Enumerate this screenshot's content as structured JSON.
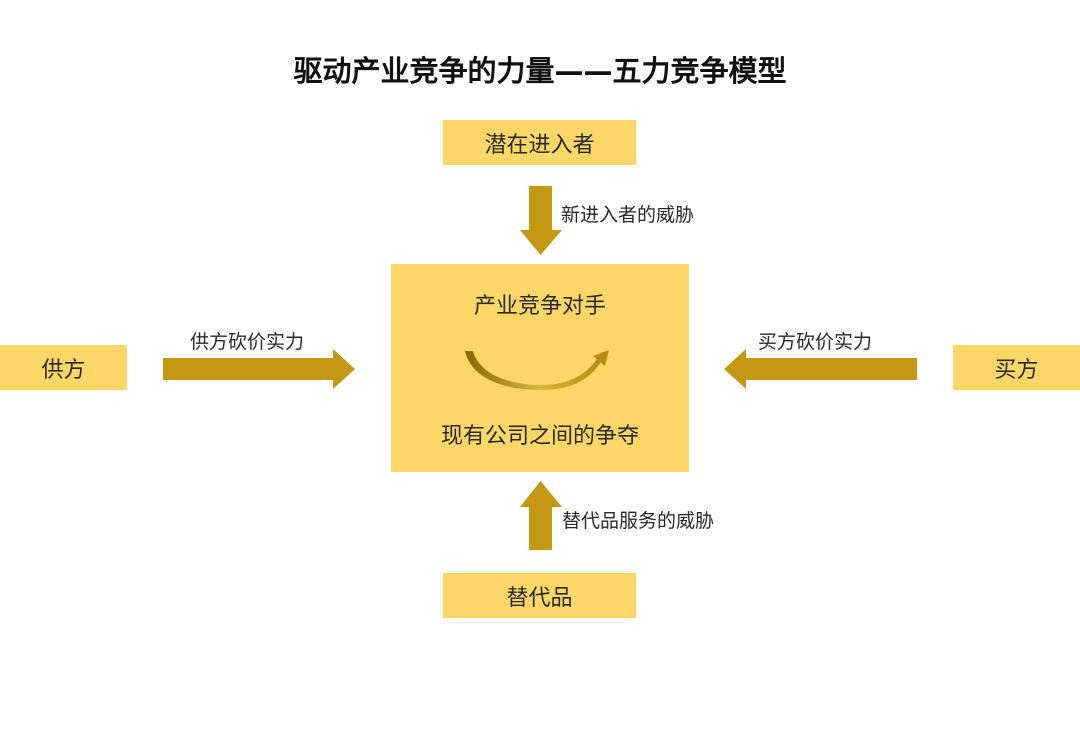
{
  "title": "驱动产业竞争的力量——五力竞争模型",
  "colors": {
    "box_fill": "#fcd767",
    "arrow_fill": "#c49813",
    "swoosh_dark": "#8a6a00",
    "text": "#2a2a2a"
  },
  "nodes": {
    "top": {
      "label": "潜在进入者"
    },
    "left": {
      "label": "供方"
    },
    "right": {
      "label": "买方"
    },
    "bottom": {
      "label": "替代品"
    },
    "center": {
      "top_label": "产业竞争对手",
      "bottom_label": "现有公司之间的争夺",
      "icon": "curved-arrow-icon"
    }
  },
  "edges": {
    "top_to_center": {
      "label": "新进入者的威胁",
      "direction": "down",
      "icon": "arrow-down-icon"
    },
    "left_to_center": {
      "label": "供方砍价实力",
      "direction": "right",
      "icon": "arrow-right-icon"
    },
    "right_to_center": {
      "label": "买方砍价实力",
      "direction": "left",
      "icon": "arrow-left-icon"
    },
    "bottom_to_center": {
      "label": "替代品服务的威胁",
      "direction": "up",
      "icon": "arrow-up-icon"
    }
  }
}
